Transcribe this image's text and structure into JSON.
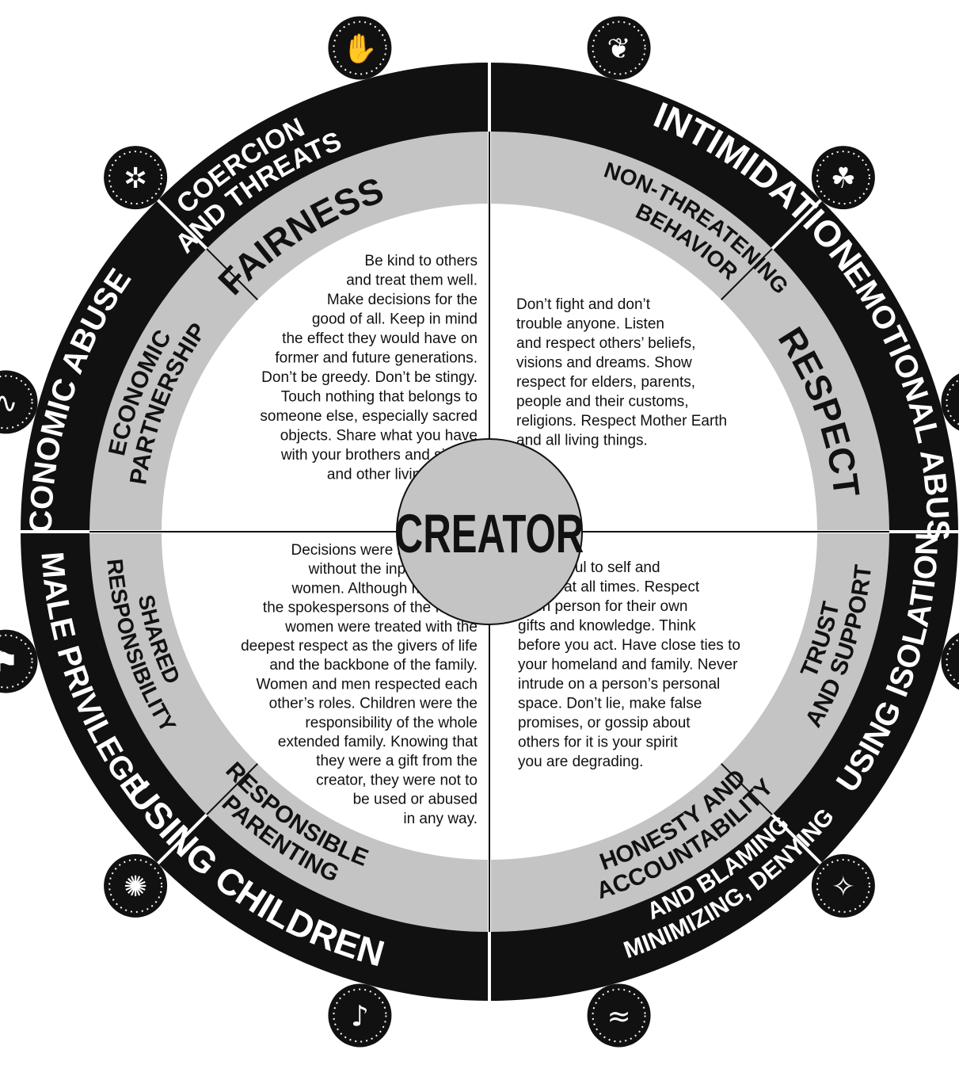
{
  "center": {
    "label": "CREATOR"
  },
  "outer_ring": {
    "intimidation": "INTIMIDATION",
    "emotional_abuse": "EMOTIONAL ABUSE",
    "using_isolation": "USING ISOLATION",
    "minimizing_line1": "MINIMIZING, DENYING",
    "minimizing_line2": "AND BLAMING",
    "using_children": "USING CHILDREN",
    "male_privilege": "MALE PRIVILEGE",
    "economic_abuse": "ECONOMIC ABUSE",
    "coercion_line1": "COERCION",
    "coercion_line2": "AND THREATS"
  },
  "inner_ring": {
    "non_threatening_line1": "NON-THREATENING",
    "non_threatening_line2": "BEHAVIOR",
    "respect": "RESPECT",
    "trust_line1": "TRUST",
    "trust_line2": "AND SUPPORT",
    "honesty_line1": "HONESTY AND",
    "honesty_line2": "ACCOUNTABILITY",
    "responsible_line1": "RESPONSIBLE",
    "responsible_line2": "PARENTING",
    "shared_line1": "SHARED",
    "shared_line2": "RESPONSIBILITY",
    "economic_line1": "ECONOMIC",
    "economic_line2": "PARTNERSHIP",
    "fairness": "FAIRNESS"
  },
  "quadrants": {
    "top_left": [
      "Be kind to others",
      "and treat them well.",
      "Make decisions for the",
      "good of all. Keep in mind",
      "the effect they would have on",
      "former and future generations.",
      "Don’t be greedy. Don’t be stingy.",
      "Touch nothing that belongs to",
      "someone else, especially sacred",
      "objects. Share what you have",
      "with your brothers and sisters",
      "and other living things."
    ],
    "top_right": [
      "Don’t fight and don’t",
      "trouble anyone. Listen",
      "and respect others’ beliefs,",
      "visions and dreams. Show",
      "respect for elders, parents,",
      "people and their customs,",
      "religions. Respect Mother Earth",
      "and all living things."
    ],
    "bottom_left": [
      "Decisions were not finalized",
      "without the input from the",
      "women. Although men were",
      "the spokespersons of the family,",
      "women were treated with the",
      "deepest respect as the givers of life",
      "and the backbone of the family.",
      "Women and men respected each",
      "other’s roles. Children were the",
      "responsibility of the whole",
      "extended family. Knowing that",
      "they were a gift from the",
      "creator, they were not to",
      "be used or abused",
      "in any way."
    ],
    "bottom_right": [
      "Be truthful to self and",
      "others at all times. Respect",
      "each person for their own",
      "gifts and knowledge. Think",
      "before you act. Have close ties to",
      "your homeland and family. Never",
      "intrude on a person’s personal",
      "space. Don’t lie, make false",
      "promises, or gossip about",
      "others for it is your spirit",
      "you are degrading."
    ]
  },
  "symbols": [
    "hand-symbol-icon",
    "corn-symbol-icon",
    "leaf-symbol-icon",
    "deer-symbol-icon",
    "sun-spiral-symbol-icon",
    "feathers-symbol-icon",
    "otter-symbol-icon",
    "kokopelli-symbol-icon",
    "bear-paw-symbol-icon",
    "horse-symbol-icon",
    "snake-symbol-icon",
    "bear-symbol-icon"
  ],
  "colors": {
    "outer_ring": "#111111",
    "inner_ring": "#c4c4c4",
    "center": "#c4c4c4",
    "quadrant": "#ffffff"
  }
}
